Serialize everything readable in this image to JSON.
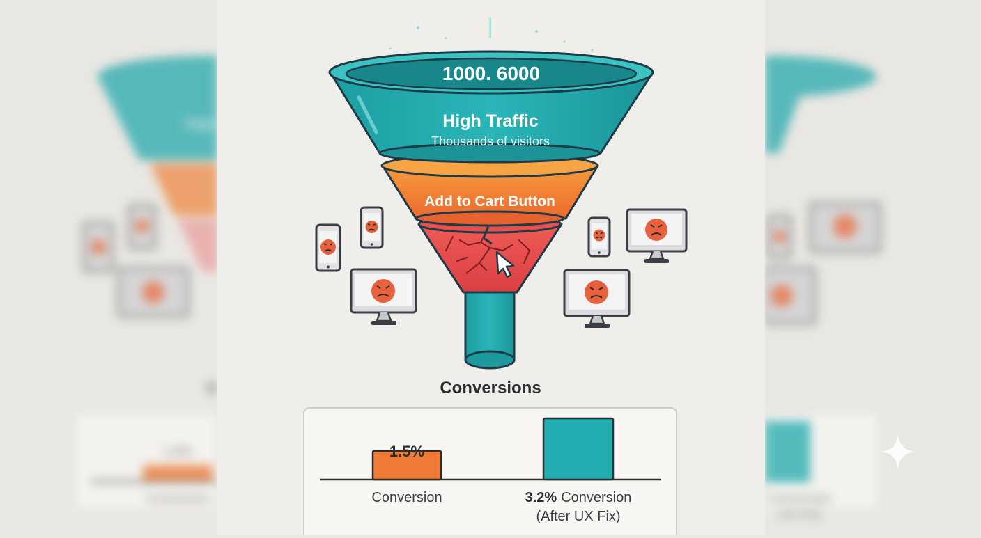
{
  "funnel": {
    "top_count": "1000. 6000",
    "top_title": "High Traffic",
    "top_subtitle": "Thousands of visitors",
    "middle_label": "Add to Cart Button"
  },
  "conversions": {
    "heading": "Conversions",
    "bars": [
      {
        "value": 1.5,
        "value_label": "1.5%",
        "label": "Conversion",
        "color": "#ef7a35"
      },
      {
        "value": 3.2,
        "value_label": "3.2%",
        "label": "Conversion",
        "sublabel": "(After UX Fix)",
        "color": "#22adb0"
      }
    ]
  },
  "colors": {
    "teal": "#22adb0",
    "orange": "#ef7a35",
    "red": "#e5474a",
    "outline": "#1e3a46",
    "background": "#efeeea"
  },
  "icons": [
    "angry-face-icon",
    "smartphone-icon",
    "monitor-icon",
    "cursor-arrow-icon",
    "sparkle-icon"
  ]
}
